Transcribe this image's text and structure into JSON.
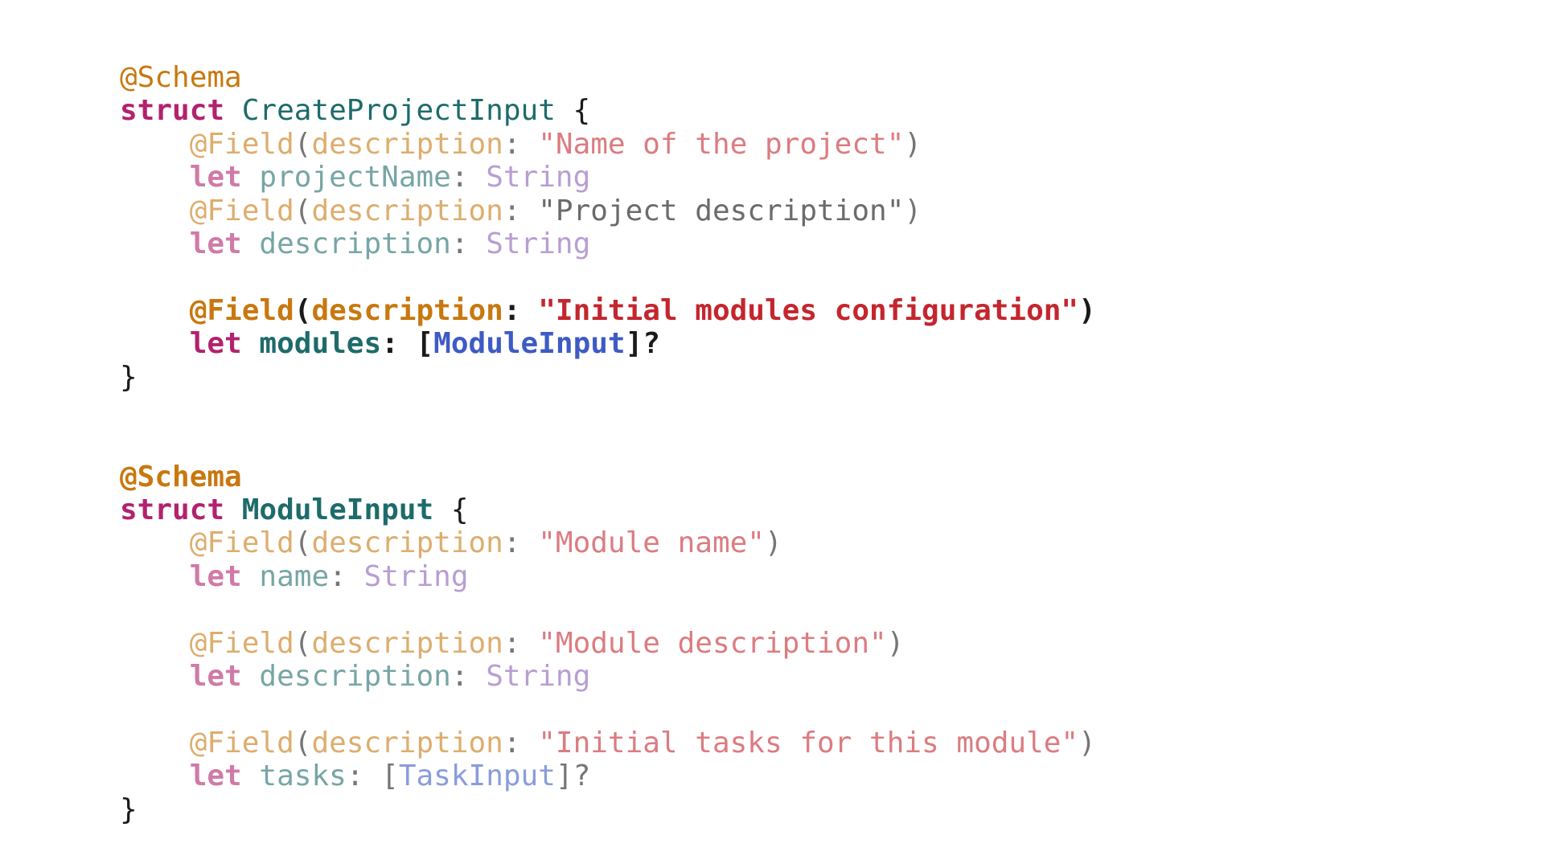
{
  "code": {
    "lines": [
      {
        "tokens": [
          {
            "t": "@Schema",
            "k": "attr",
            "e": "normal"
          }
        ]
      },
      {
        "tokens": [
          {
            "t": "struct",
            "k": "kw",
            "e": "normal"
          },
          {
            "t": " ",
            "k": "ws",
            "e": "normal"
          },
          {
            "t": "CreateProjectInput",
            "k": "type",
            "e": "normal"
          },
          {
            "t": " {",
            "k": "punct",
            "e": "normal"
          }
        ]
      },
      {
        "tokens": [
          {
            "t": "    ",
            "k": "ws",
            "e": "normal"
          },
          {
            "t": "@Field",
            "k": "attr",
            "e": "dim"
          },
          {
            "t": "(",
            "k": "punct",
            "e": "dim"
          },
          {
            "t": "description",
            "k": "label",
            "e": "dim"
          },
          {
            "t": ": ",
            "k": "punct",
            "e": "dim"
          },
          {
            "t": "\"Name of the project\"",
            "k": "string",
            "e": "dim"
          },
          {
            "t": ")",
            "k": "punct",
            "e": "dim"
          }
        ]
      },
      {
        "tokens": [
          {
            "t": "    ",
            "k": "ws",
            "e": "normal"
          },
          {
            "t": "let",
            "k": "kw",
            "e": "dim"
          },
          {
            "t": " ",
            "k": "ws",
            "e": "normal"
          },
          {
            "t": "projectName",
            "k": "ident",
            "e": "dim"
          },
          {
            "t": ": ",
            "k": "punct",
            "e": "dim"
          },
          {
            "t": "String",
            "k": "stype",
            "e": "dim"
          }
        ]
      },
      {
        "tokens": [
          {
            "t": "    ",
            "k": "ws",
            "e": "normal"
          },
          {
            "t": "@Field",
            "k": "attr",
            "e": "dim"
          },
          {
            "t": "(",
            "k": "punct",
            "e": "dim"
          },
          {
            "t": "description",
            "k": "label",
            "e": "dim"
          },
          {
            "t": ": ",
            "k": "punct",
            "e": "dim"
          },
          {
            "t": "\"Project description\"",
            "k": "gstring",
            "e": "normal"
          },
          {
            "t": ")",
            "k": "punct",
            "e": "dim"
          }
        ]
      },
      {
        "tokens": [
          {
            "t": "    ",
            "k": "ws",
            "e": "normal"
          },
          {
            "t": "let",
            "k": "kw",
            "e": "dim"
          },
          {
            "t": " ",
            "k": "ws",
            "e": "normal"
          },
          {
            "t": "description",
            "k": "ident",
            "e": "dim"
          },
          {
            "t": ": ",
            "k": "punct",
            "e": "dim"
          },
          {
            "t": "String",
            "k": "stype",
            "e": "dim"
          }
        ]
      },
      {
        "tokens": []
      },
      {
        "tokens": [
          {
            "t": "    ",
            "k": "ws",
            "e": "normal"
          },
          {
            "t": "@Field",
            "k": "attr",
            "e": "bold"
          },
          {
            "t": "(",
            "k": "punct",
            "e": "bold"
          },
          {
            "t": "description",
            "k": "label",
            "e": "bold"
          },
          {
            "t": ": ",
            "k": "punct",
            "e": "bold"
          },
          {
            "t": "\"Initial modules configuration\"",
            "k": "string",
            "e": "bold"
          },
          {
            "t": ")",
            "k": "punct",
            "e": "bold"
          }
        ]
      },
      {
        "tokens": [
          {
            "t": "    ",
            "k": "ws",
            "e": "normal"
          },
          {
            "t": "let",
            "k": "kw",
            "e": "bold"
          },
          {
            "t": " ",
            "k": "ws",
            "e": "normal"
          },
          {
            "t": "modules",
            "k": "ident",
            "e": "bold"
          },
          {
            "t": ": [",
            "k": "punct",
            "e": "bold"
          },
          {
            "t": "ModuleInput",
            "k": "cls",
            "e": "bold"
          },
          {
            "t": "]?",
            "k": "punct",
            "e": "bold"
          }
        ]
      },
      {
        "tokens": [
          {
            "t": "}",
            "k": "punct",
            "e": "normal"
          }
        ]
      },
      {
        "tokens": []
      },
      {
        "tokens": []
      },
      {
        "tokens": [
          {
            "t": "@Schema",
            "k": "attr",
            "e": "bold"
          }
        ]
      },
      {
        "tokens": [
          {
            "t": "struct",
            "k": "kw",
            "e": "bold"
          },
          {
            "t": " ",
            "k": "ws",
            "e": "normal"
          },
          {
            "t": "ModuleInput",
            "k": "type",
            "e": "bold"
          },
          {
            "t": " {",
            "k": "punct",
            "e": "normal"
          }
        ]
      },
      {
        "tokens": [
          {
            "t": "    ",
            "k": "ws",
            "e": "normal"
          },
          {
            "t": "@Field",
            "k": "attr",
            "e": "dim"
          },
          {
            "t": "(",
            "k": "punct",
            "e": "dim"
          },
          {
            "t": "description",
            "k": "label",
            "e": "dim"
          },
          {
            "t": ": ",
            "k": "punct",
            "e": "dim"
          },
          {
            "t": "\"Module name\"",
            "k": "string",
            "e": "dim"
          },
          {
            "t": ")",
            "k": "punct",
            "e": "dim"
          }
        ]
      },
      {
        "tokens": [
          {
            "t": "    ",
            "k": "ws",
            "e": "normal"
          },
          {
            "t": "let",
            "k": "kw",
            "e": "dim"
          },
          {
            "t": " ",
            "k": "ws",
            "e": "normal"
          },
          {
            "t": "name",
            "k": "ident",
            "e": "dim"
          },
          {
            "t": ": ",
            "k": "punct",
            "e": "dim"
          },
          {
            "t": "String",
            "k": "stype",
            "e": "dim"
          }
        ]
      },
      {
        "tokens": []
      },
      {
        "tokens": [
          {
            "t": "    ",
            "k": "ws",
            "e": "normal"
          },
          {
            "t": "@Field",
            "k": "attr",
            "e": "dim"
          },
          {
            "t": "(",
            "k": "punct",
            "e": "dim"
          },
          {
            "t": "description",
            "k": "label",
            "e": "dim"
          },
          {
            "t": ": ",
            "k": "punct",
            "e": "dim"
          },
          {
            "t": "\"Module description\"",
            "k": "string",
            "e": "dim"
          },
          {
            "t": ")",
            "k": "punct",
            "e": "dim"
          }
        ]
      },
      {
        "tokens": [
          {
            "t": "    ",
            "k": "ws",
            "e": "normal"
          },
          {
            "t": "let",
            "k": "kw",
            "e": "dim"
          },
          {
            "t": " ",
            "k": "ws",
            "e": "normal"
          },
          {
            "t": "description",
            "k": "ident",
            "e": "dim"
          },
          {
            "t": ": ",
            "k": "punct",
            "e": "dim"
          },
          {
            "t": "String",
            "k": "stype",
            "e": "dim"
          }
        ]
      },
      {
        "tokens": []
      },
      {
        "tokens": [
          {
            "t": "    ",
            "k": "ws",
            "e": "normal"
          },
          {
            "t": "@Field",
            "k": "attr",
            "e": "dim"
          },
          {
            "t": "(",
            "k": "punct",
            "e": "dim"
          },
          {
            "t": "description",
            "k": "label",
            "e": "dim"
          },
          {
            "t": ": ",
            "k": "punct",
            "e": "dim"
          },
          {
            "t": "\"Initial tasks for this module\"",
            "k": "string",
            "e": "dim"
          },
          {
            "t": ")",
            "k": "punct",
            "e": "dim"
          }
        ]
      },
      {
        "tokens": [
          {
            "t": "    ",
            "k": "ws",
            "e": "normal"
          },
          {
            "t": "let",
            "k": "kw",
            "e": "dim"
          },
          {
            "t": " ",
            "k": "ws",
            "e": "normal"
          },
          {
            "t": "tasks",
            "k": "ident",
            "e": "dim"
          },
          {
            "t": ": [",
            "k": "punct",
            "e": "dim"
          },
          {
            "t": "TaskInput",
            "k": "cls",
            "e": "dim"
          },
          {
            "t": "]?",
            "k": "punct",
            "e": "dim"
          }
        ]
      },
      {
        "tokens": [
          {
            "t": "}",
            "k": "punct",
            "e": "normal"
          }
        ]
      }
    ]
  }
}
